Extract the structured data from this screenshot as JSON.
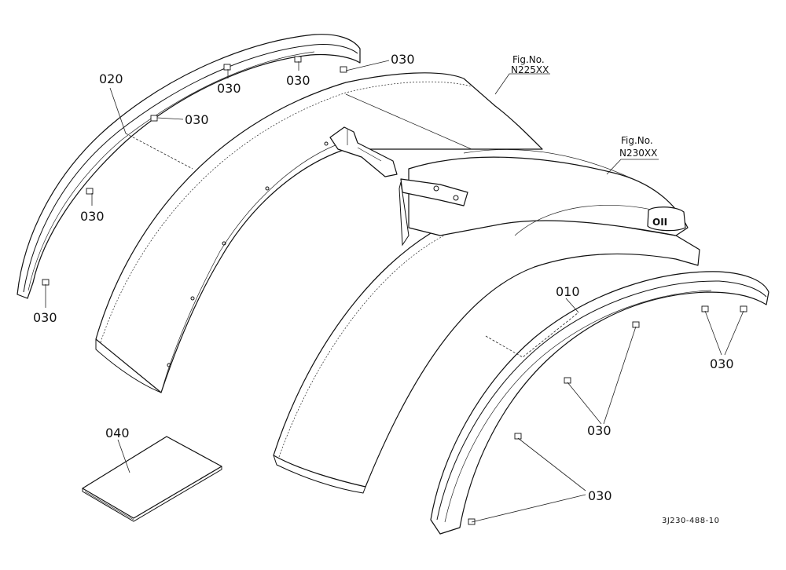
{
  "labels": {
    "part_010": "010",
    "part_020": "020",
    "part_030": "030",
    "part_040": "040"
  },
  "figure_refs": [
    {
      "prefix": "Fig.No.",
      "number": "N225XX"
    },
    {
      "prefix": "Fig.No.",
      "number": "N230XX"
    }
  ],
  "drawing_id": "3J230-488-10",
  "emblem_text": "OII"
}
